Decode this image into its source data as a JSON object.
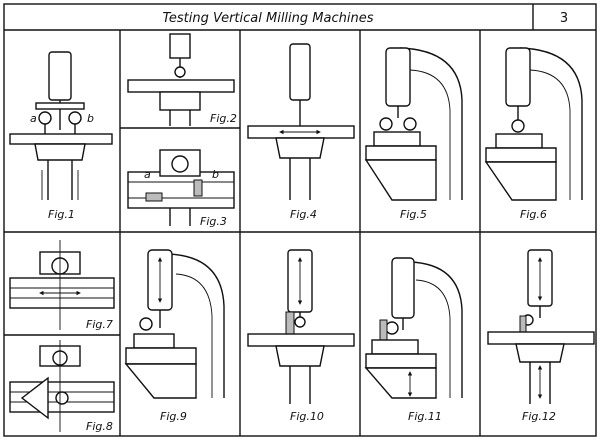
{
  "header": {
    "title": "Testing Vertical Milling Machines",
    "page_number": "3"
  },
  "figures": [
    {
      "id": "fig1",
      "caption": "Fig.1",
      "labels": [
        "a",
        "b"
      ]
    },
    {
      "id": "fig2",
      "caption": "Fig.2"
    },
    {
      "id": "fig3",
      "caption": "Fig.3",
      "labels": [
        "a",
        "b"
      ]
    },
    {
      "id": "fig4",
      "caption": "Fig.4"
    },
    {
      "id": "fig5",
      "caption": "Fig.5"
    },
    {
      "id": "fig6",
      "caption": "Fig.6"
    },
    {
      "id": "fig7",
      "caption": "Fig.7"
    },
    {
      "id": "fig8",
      "caption": "Fig.8"
    },
    {
      "id": "fig9",
      "caption": "Fig.9"
    },
    {
      "id": "fig10",
      "caption": "Fig.10"
    },
    {
      "id": "fig11",
      "caption": "Fig.11"
    },
    {
      "id": "fig12",
      "caption": "Fig.12"
    }
  ]
}
